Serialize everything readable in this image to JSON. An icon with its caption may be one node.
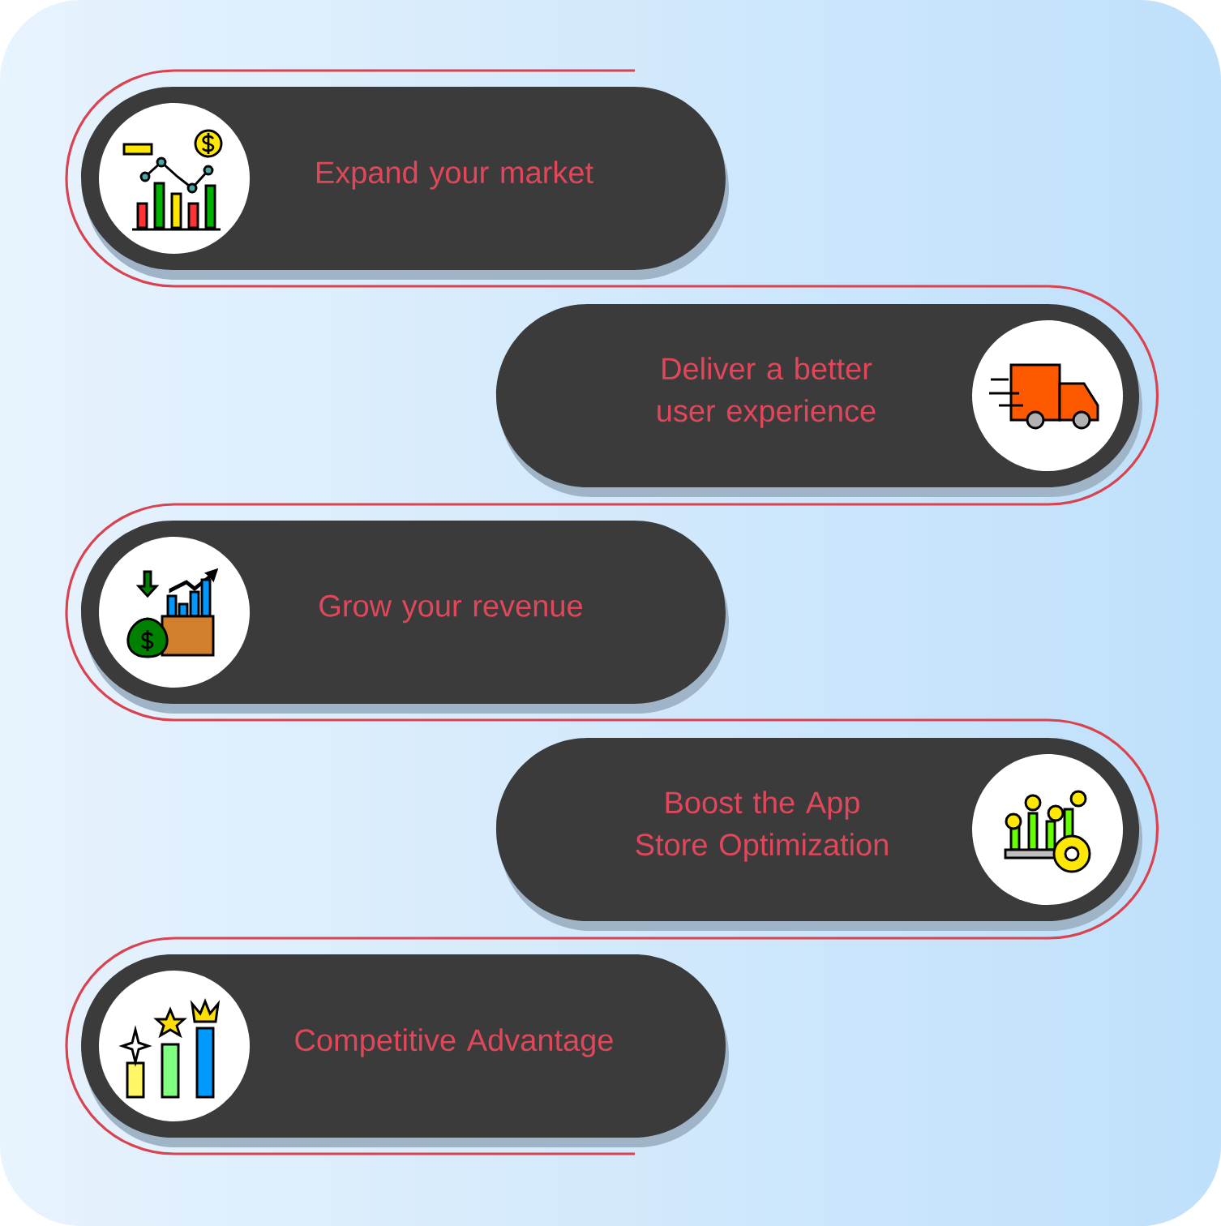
{
  "diagram": {
    "nodes": [
      {
        "text": [
          "Expand your market"
        ]
      },
      {
        "text": [
          "Deliver a better user experience"
        ]
      },
      {
        "text": [
          "Grow your revenue"
        ]
      },
      {
        "text": [
          "Boost the App Store Optimization"
        ]
      },
      {
        "text": [
          "Competitive Advantage"
        ]
      }
    ]
  }
}
